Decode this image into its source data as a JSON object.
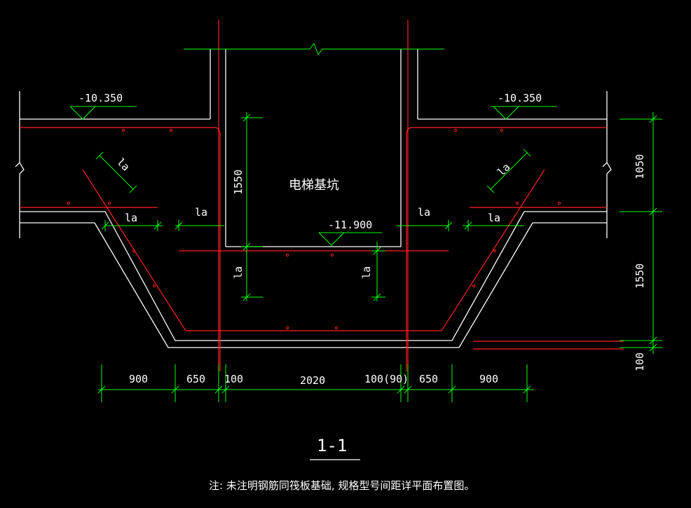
{
  "drawing": {
    "pit_label": "电梯基坑",
    "section_title": "1-1",
    "note": "注: 未注明钢筋同筏板基础, 规格型号间距详平面布置图。"
  },
  "elevations": {
    "left": "-10.350",
    "right": "-10.350",
    "center": "-11.900"
  },
  "dimensions": {
    "bottom": [
      "900",
      "650",
      "100",
      "2020",
      "100(90)",
      "650",
      "900"
    ],
    "right": [
      "1050",
      "1550",
      "100"
    ],
    "pit_depth": "1550",
    "la": "la"
  },
  "colors": {
    "background": "#000000",
    "outline": "#ffffff",
    "dimension": "#00ff00",
    "rebar": "#ff2020"
  }
}
